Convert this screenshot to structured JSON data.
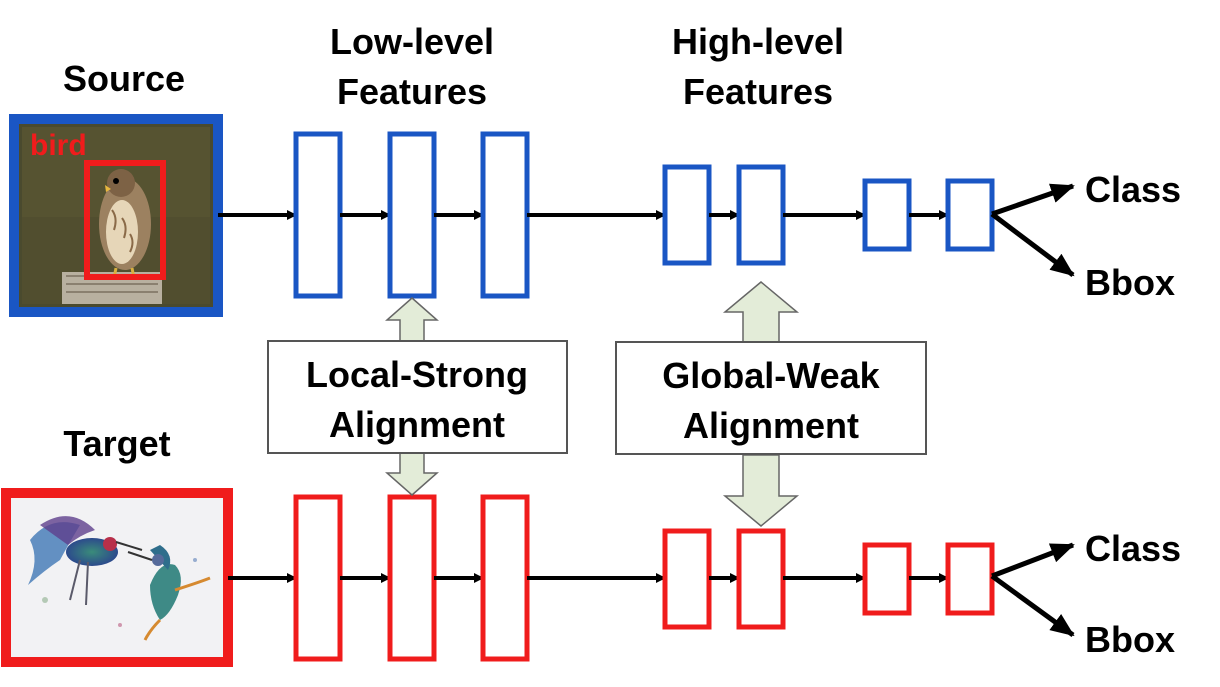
{
  "labels": {
    "source": "Source",
    "target": "Target",
    "low_level_line1": "Low-level",
    "low_level_line2": "Features",
    "high_level_line1": "High-level",
    "high_level_line2": "Features",
    "local_line1": "Local-Strong",
    "local_line2": "Alignment",
    "global_line1": "Global-Weak",
    "global_line2": "Alignment",
    "bbox_tag": "bird",
    "class_top": "Class",
    "bbox_top": "Bbox",
    "class_bottom": "Class",
    "bbox_bottom": "Bbox"
  },
  "images": {
    "source": "bird-photo",
    "target": "hummingbird-painting"
  },
  "colors": {
    "source": "#1a56c4",
    "target": "#f01c1c",
    "arrow": "#000000",
    "alignment_arrow": "#e3ecd8"
  }
}
